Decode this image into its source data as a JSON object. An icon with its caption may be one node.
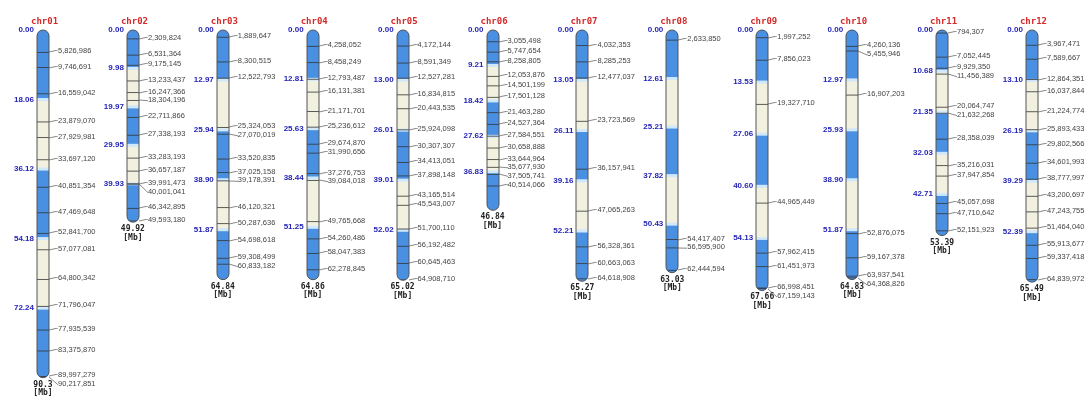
{
  "diagram": {
    "nodes": [
      {
        "text": [
          "chr01",
          "90.3 [Mb]"
        ],
        "beside": [
          "0.00",
          "18.06",
          "36.12",
          "54.18",
          "72.24",
          "5,826,986",
          "9,746,691",
          "16,559,042",
          "23,879,070",
          "27,929,981",
          "33,697,120",
          "40,851,354",
          "47,469,648",
          "52,841,700",
          "57,077,081",
          "64,800,342",
          "71,796,047",
          "77,935,539",
          "83,375,870",
          "89,997,279",
          "90,217,851"
        ]
      },
      {
        "text": [
          "chr02",
          "49.92 [Mb]"
        ],
        "beside": [
          "0.00",
          "9.98",
          "19.97",
          "29.95",
          "39.93",
          "2,309,824",
          "6,531,364",
          "9,175,145",
          "13,233,437",
          "16,247,366",
          "18,304,196",
          "22,711,866",
          "27,338,193",
          "33,283,193",
          "36,657,187",
          "39,991,473",
          "40,001,041",
          "46,342,895",
          "49,593,180"
        ]
      },
      {
        "text": [
          "chr03",
          "64.84 [Mb]"
        ],
        "beside": [
          "0.00",
          "12.97",
          "25.94",
          "38.90",
          "51.87",
          "1,889,647",
          "8,300,515",
          "12,522,793",
          "25,324,053",
          "27,070,019",
          "33,520,835",
          "37,025,158",
          "39,178,391",
          "46,120,321",
          "50,287,636",
          "54,698,618",
          "59,308,499",
          "60,833,182"
        ]
      },
      {
        "text": [
          "chr04",
          "64.86 [Mb]"
        ],
        "beside": [
          "0.00",
          "12.81",
          "25.63",
          "38.44",
          "51.25",
          "4,258,052",
          "8,458,249",
          "12,793,487",
          "16,131,381",
          "21,171,701",
          "25,236,612",
          "29,674,870",
          "31,990,656",
          "37,276,753",
          "39,084,018",
          "49,765,668",
          "54,260,486",
          "58,047,383",
          "62,278,845"
        ]
      },
      {
        "text": [
          "chr05",
          "65.02 [Mb]"
        ],
        "beside": [
          "0.00",
          "13.00",
          "26.01",
          "39.01",
          "52.02",
          "4,172,144",
          "8,591,349",
          "12,527,281",
          "16,834,815",
          "20,443,535",
          "25,924,098",
          "30,307,307",
          "34,413,051",
          "37,898,148",
          "43,165,514",
          "45,543,007",
          "51,700,110",
          "56,192,482",
          "60,645,463",
          "64,908,710"
        ]
      },
      {
        "text": [
          "chr06",
          "46.84 [Mb]"
        ],
        "beside": [
          "0.00",
          "9.21",
          "18.42",
          "27.62",
          "36.83",
          "3,055,498",
          "5,747,654",
          "8,258,805",
          "12,053,876",
          "14,501,199",
          "17,501,128",
          "21,463,280",
          "24,527,364",
          "27,584,551",
          "30,658,888",
          "33,644,964",
          "35,677,930",
          "37,505,741",
          "40,514,066"
        ]
      },
      {
        "text": [
          "chr07",
          "65.27 [Mb]"
        ],
        "beside": [
          "0.00",
          "13.05",
          "26.11",
          "39.16",
          "52.21",
          "4,032,353",
          "8,285,253",
          "12,477,037",
          "23,723,569",
          "36,157,941",
          "47,065,263",
          "56,328,361",
          "60,663,063",
          "64,618,908"
        ]
      },
      {
        "text": [
          "chr08",
          "63.03 [Mb]"
        ],
        "beside": [
          "0.00",
          "12.61",
          "25.21",
          "37.82",
          "50.43",
          "2,633,850",
          "54,417,407",
          "56,595,900",
          "62,444,594"
        ]
      },
      {
        "text": [
          "chr09",
          "67.66 [Mb]"
        ],
        "beside": [
          "0.00",
          "13.53",
          "27.06",
          "40.60",
          "54.13",
          "1,997,252",
          "7,856,023",
          "19,327,710",
          "44,965,449",
          "57,962,415",
          "61,451,973",
          "66,998,451",
          "67,159,143"
        ]
      },
      {
        "text": [
          "chr10",
          "64.83 [Mb]"
        ],
        "beside": [
          "0.00",
          "12.97",
          "25.93",
          "38.90",
          "51.87",
          "4,260,136",
          "5,455,946",
          "16,907,203",
          "52,876,075",
          "59,167,378",
          "63,937,541",
          "64,368,826"
        ]
      },
      {
        "text": [
          "chr11",
          "53.39 [Mb]"
        ],
        "beside": [
          "0.00",
          "10.68",
          "21.35",
          "32.03",
          "42.71",
          "794,307",
          "7,052,445",
          "9,929,350",
          "11,456,389",
          "20,064,747",
          "21,632,268",
          "28,358,039",
          "35,216,031",
          "37,947,854",
          "45,057,698",
          "47,710,642",
          "52,151,923"
        ]
      },
      {
        "text": [
          "chr12",
          "65.49 [Mb]"
        ],
        "beside": [
          "0.00",
          "13.10",
          "26.19",
          "39.29",
          "52.39",
          "3,967,471",
          "7,589,667",
          "12,864,351",
          "16,037,844",
          "21,224,774",
          "25,893,433",
          "29,802,566",
          "34,601,993",
          "38,777,997",
          "43,200,697",
          "47,243,755",
          "51,464,040",
          "55,913,677",
          "59,337,418",
          "64,839,972"
        ]
      }
    ]
  }
}
